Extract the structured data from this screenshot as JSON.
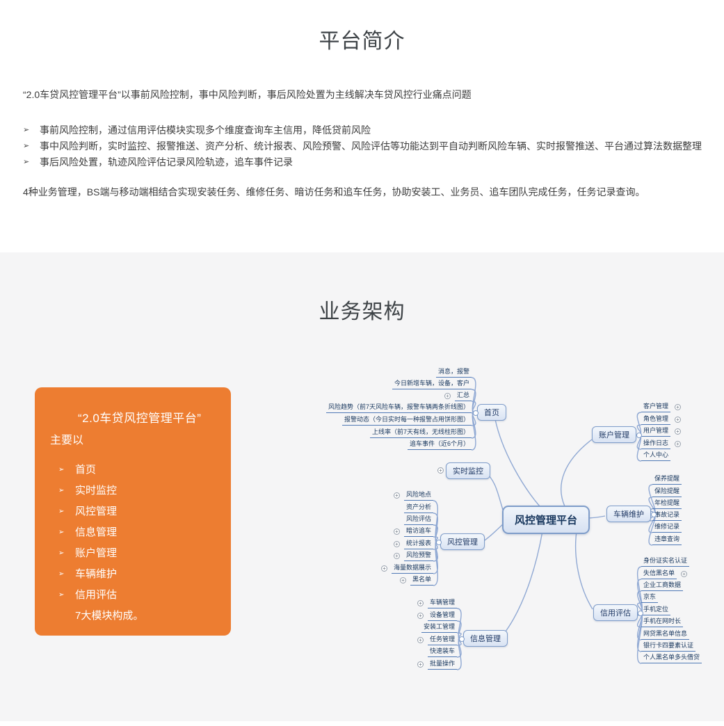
{
  "icons": {
    "plus": "+",
    "arrow": "➢"
  },
  "colors": {
    "card_bg": "#ED7D31",
    "node_border": "#7E9CC9",
    "node_text": "#1F3864",
    "connector": "#8FA8D3",
    "section_bg": "#f5f5f6"
  },
  "intro": {
    "title": "平台简介",
    "lead": "“2.0车贷风控管理平台”以事前风险控制，事中风险判断，事后风险处置为主线解决车贷风控行业痛点问题",
    "bullets": [
      "事前风险控制，通过信用评估模块实现多个维度查询车主信用，降低贷前风险",
      "事中风险判断，实时监控、报警推送、资产分析、统计报表、风险预警、风险评估等功能达到平自动判断风险车辆、实时报警推送、平台通过算法数据整理",
      "事后风险处置，轨迹风险评估记录风险轨迹，追车事件记录"
    ],
    "footer": "4种业务管理，BS端与移动端相结合实现安装任务、维修任务、暗访任务和追车任务，协助安装工、业务员、追车团队完成任务，任务记录查询。"
  },
  "architecture": {
    "title": "业务架构",
    "card": {
      "heading": "“2.0车贷风控管理平台”",
      "subheading": "主要以",
      "items": [
        "首页",
        "实时监控",
        "风控管理",
        "信息管理",
        "账户管理",
        "车辆维护",
        "信用评估"
      ],
      "footer": "7大模块构成。"
    },
    "mindmap": {
      "root": "风控管理平台",
      "branches": [
        {
          "label": "首页",
          "side": "left",
          "leaves": [
            {
              "text": "消息，报警"
            },
            {
              "text": "今日新增车辆，设备，客户"
            },
            {
              "text": "汇总",
              "plus": true
            },
            {
              "text": "风险趋势（前7天风险车辆，报警车辆两条折线图）"
            },
            {
              "text": "报警动态（今日实时每一种报警占用饼形图）"
            },
            {
              "text": "上线率（前7天有线，无线柱形图）"
            },
            {
              "text": "追车事件（近6个月）"
            }
          ]
        },
        {
          "label": "账户管理",
          "side": "right",
          "leaves": [
            {
              "text": "客户管理",
              "plus": true
            },
            {
              "text": "角色管理",
              "plus": true
            },
            {
              "text": "用户管理",
              "plus": true
            },
            {
              "text": "操作日志",
              "plus": true
            },
            {
              "text": "个人中心"
            }
          ]
        },
        {
          "label": "实时监控",
          "side": "left",
          "plus": true,
          "leaves": []
        },
        {
          "label": "车辆维护",
          "side": "right",
          "leaves": [
            {
              "text": "保养提醒"
            },
            {
              "text": "保险提醒"
            },
            {
              "text": "年检提醒"
            },
            {
              "text": "事故记录"
            },
            {
              "text": "维修记录"
            },
            {
              "text": "违章查询"
            }
          ]
        },
        {
          "label": "风控管理",
          "side": "left",
          "leaves": [
            {
              "text": "风险地点",
              "plus": true
            },
            {
              "text": "资产分析"
            },
            {
              "text": "风险评估"
            },
            {
              "text": "暗访追车",
              "plus": true
            },
            {
              "text": "统计报表",
              "plus": true
            },
            {
              "text": "风险预警",
              "plus": true
            },
            {
              "text": "海量数据展示",
              "plus": true
            },
            {
              "text": "黑名单",
              "plus": true
            }
          ]
        },
        {
          "label": "信用评估",
          "side": "right",
          "leaves": [
            {
              "text": "身份证实名认证"
            },
            {
              "text": "失信黑名单",
              "plus": true
            },
            {
              "text": "企业工商数据"
            },
            {
              "text": "京东"
            },
            {
              "text": "手机定位"
            },
            {
              "text": "手机在网时长"
            },
            {
              "text": "网贷黑名单信息"
            },
            {
              "text": "银行卡四要素认证"
            },
            {
              "text": "个人黑名单多头借贷"
            }
          ]
        },
        {
          "label": "信息管理",
          "side": "left",
          "leaves": [
            {
              "text": "车辆管理",
              "plus": true
            },
            {
              "text": "设备管理",
              "plus": true
            },
            {
              "text": "安装工管理"
            },
            {
              "text": "任务管理",
              "plus": true
            },
            {
              "text": "快速装车"
            },
            {
              "text": "批量操作",
              "plus": true
            }
          ]
        }
      ]
    }
  }
}
